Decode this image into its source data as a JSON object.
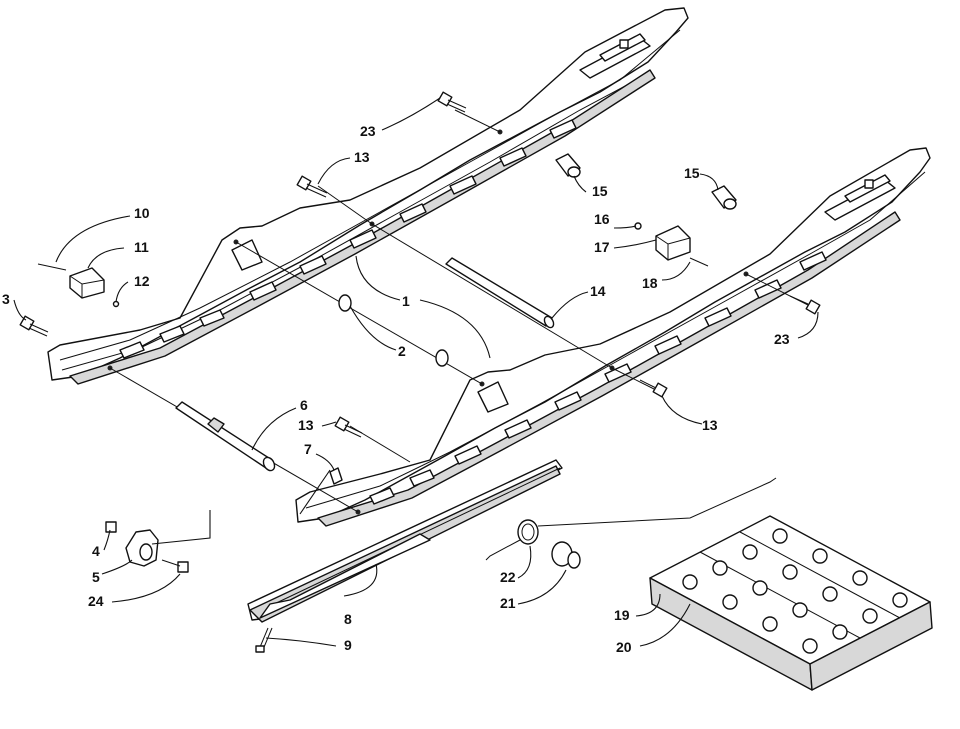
{
  "figure": {
    "background": "#ffffff",
    "line_color": "#111111"
  },
  "callouts": {
    "c1": "1",
    "c2": "2",
    "c3": "3",
    "c4": "4",
    "c5": "5",
    "c6": "6",
    "c7": "7",
    "c8": "8",
    "c9": "9",
    "c10": "10",
    "c11": "11",
    "c12": "12",
    "c13a": "13",
    "c13b": "13",
    "c13c": "13",
    "c14": "14",
    "c15a": "15",
    "c15b": "15",
    "c16": "16",
    "c17": "17",
    "c18": "18",
    "c19": "19",
    "c20": "20",
    "c21": "21",
    "c22": "22",
    "c23a": "23",
    "c23b": "23",
    "c24": "24"
  }
}
